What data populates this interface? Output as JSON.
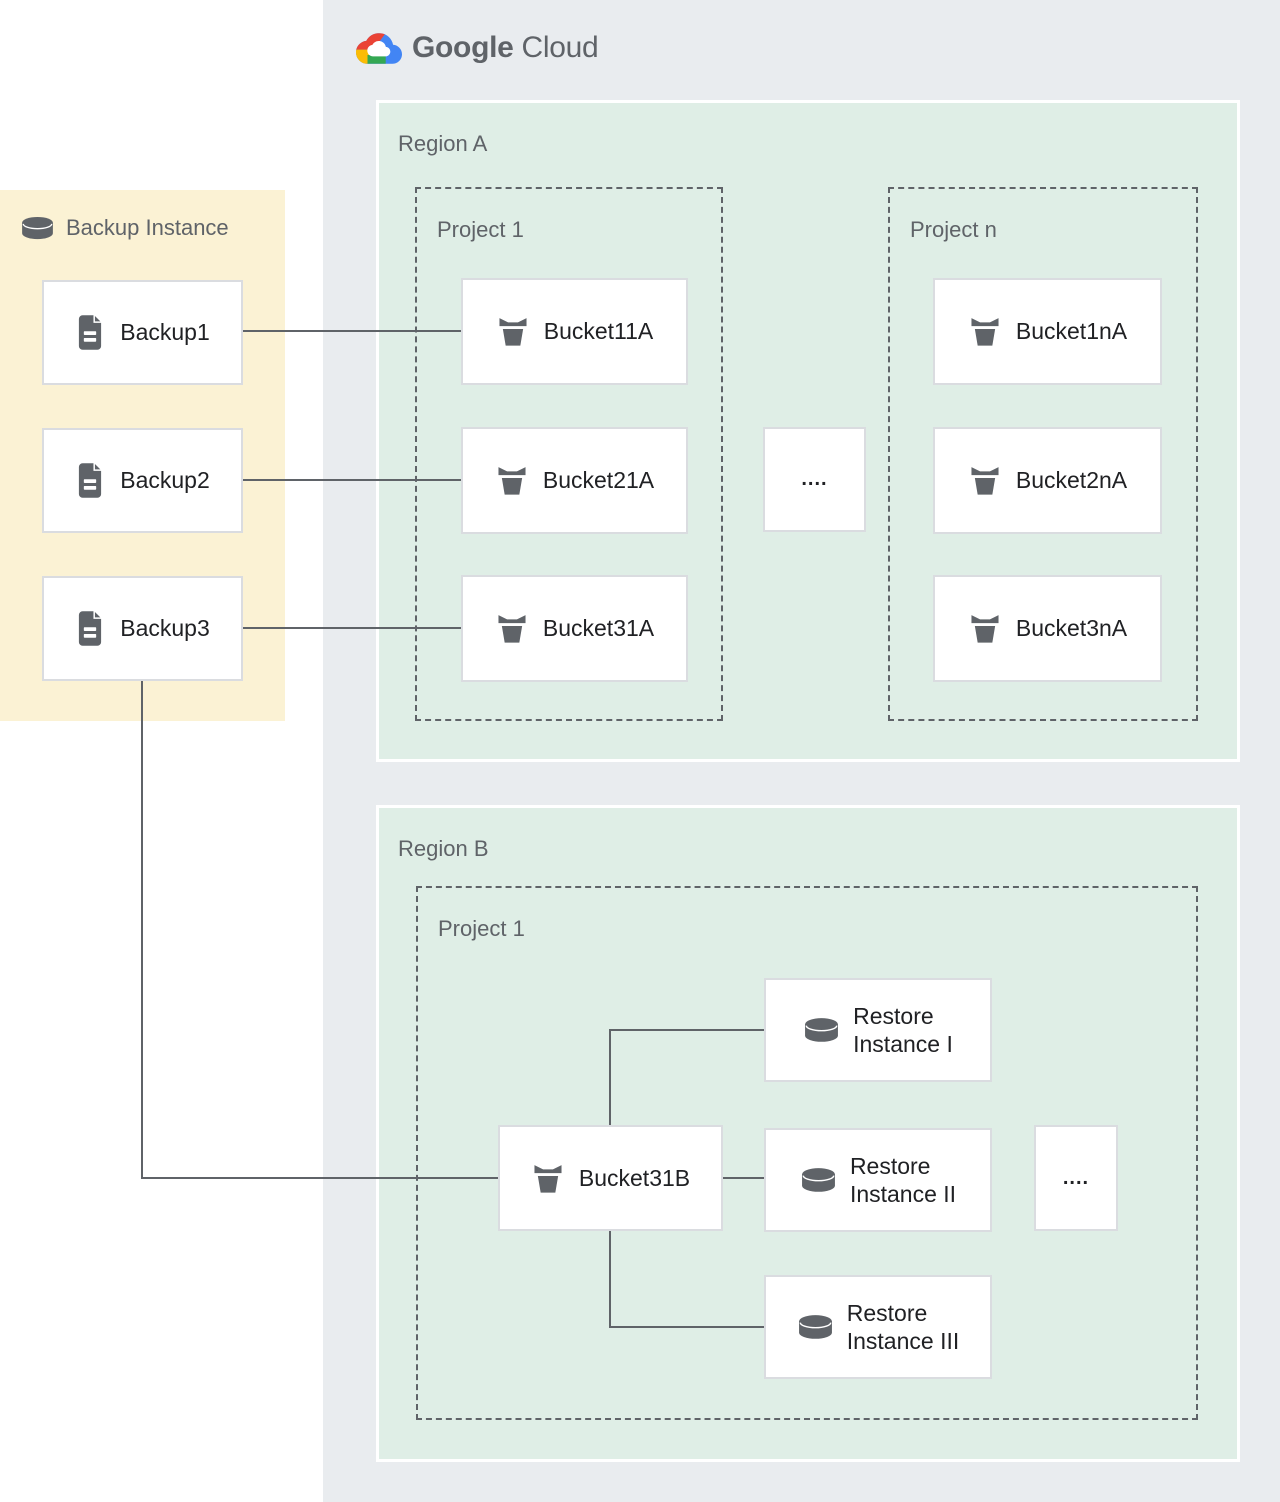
{
  "logo": {
    "google": "Google",
    "cloud": "Cloud"
  },
  "backup_panel": {
    "label": "Backup Instance",
    "items": [
      "Backup1",
      "Backup2",
      "Backup3"
    ]
  },
  "region_a": {
    "label": "Region A",
    "ellipsis": "....",
    "projects": [
      {
        "label": "Project 1",
        "buckets": [
          "Bucket11A",
          "Bucket21A",
          "Bucket31A"
        ]
      },
      {
        "label": "Project n",
        "buckets": [
          "Bucket1nA",
          "Bucket2nA",
          "Bucket3nA"
        ]
      }
    ]
  },
  "region_b": {
    "label": "Region B",
    "project": {
      "label": "Project 1",
      "bucket": "Bucket31B",
      "ellipsis": "....",
      "restores": [
        {
          "line1": "Restore",
          "line2": "Instance I"
        },
        {
          "line1": "Restore",
          "line2": "Instance II"
        },
        {
          "line1": "Restore",
          "line2": "Instance III"
        }
      ]
    }
  },
  "colors": {
    "panel-gray": "#e9ecef",
    "region-green": "#dfeee6",
    "backup-yellow": "#fbf2d4",
    "card-border": "#dadce0",
    "dashed-border": "#5f6368",
    "connector": "#5f6368",
    "label-gray": "#5f6368",
    "text-dark": "#202124",
    "icon-gray": "#5f6368",
    "logo-red": "#ea4335",
    "logo-blue": "#4285f4",
    "logo-yellow": "#fbbc05",
    "logo-green": "#34a853",
    "logo-text": "#5f6368"
  }
}
